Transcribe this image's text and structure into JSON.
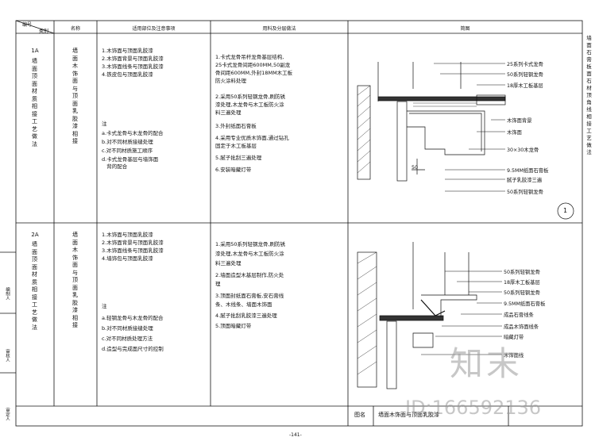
{
  "header": {
    "col_number": "编号",
    "col_category": "类别",
    "col_name": "名称",
    "col_scope": "适用部位及注意事项",
    "col_materials": "用料及分层做法",
    "col_diagram": "简图"
  },
  "right_margin_title": "墙面石膏板面石材顶角线相接工艺做法",
  "rows": [
    {
      "code": "1A",
      "category": "墙面顶面材质相接工艺做法",
      "name": "墙面木饰面与顶面乳胶漆相接",
      "scope_lines": [
        "1.木饰面与顶面乳胶漆",
        "2.木饰面背景与顶面乳胶漆",
        "3.木饰面线条与顶面乳胶漆",
        "4.铁皮包与顶面乳胶漆"
      ],
      "note_title": "注",
      "note_lines": [
        "a.卡式龙骨与木龙骨的配合",
        "b.对不同材质接缝处理",
        "c.对不同材质施工顺序",
        "d.卡式龙骨基层与墙饰面",
        "   背的配合"
      ],
      "material_lines": [
        "1.卡式龙骨吊杆龙骨基层结构,",
        "25卡式龙骨间距600MM,50副龙",
        "骨间距600MM,外封18MM木工板",
        "防火涂料处理",
        "2.采用50系列轻钢龙骨,刷防锈",
        "漆处理,木龙骨与木工板防火涂",
        "料三遍处理",
        "3.外封纸面石膏板",
        "4.采用专业优质木饰面,通过钻孔",
        "固定于木工板基层",
        "5.腻子批刮三遍处理",
        "6.安装暗藏灯带"
      ],
      "diagram_labels": [
        "25系列卡式龙骨",
        "50系列轻钢龙骨",
        "18厚木工板基层",
        "木饰面背景",
        "木饰面",
        "30×30木龙骨",
        "9.5MM纸面石膏板",
        "腻子乳胶漆三遍",
        "50系列轻钢龙骨"
      ],
      "diagram_dim": "50",
      "diagram_number": "1"
    },
    {
      "code": "2A",
      "category": "墙面顶面材质相接工艺做法",
      "name": "墙面木饰面与顶面乳胶漆相接",
      "scope_lines": [
        "1.木饰面与顶面乳胶漆",
        "2.木饰面背景与顶面乳胶漆",
        "3.木饰面线条与顶面乳胶漆",
        "4.墙饰包与顶面乳胶漆"
      ],
      "note_title": "注",
      "note_lines": [
        "a.轻钢龙骨与木龙骨的配合",
        "b.对不同材质接缝处理",
        "c.对不同材质处理方法",
        "d.造型与完成面尺寸的控制"
      ],
      "material_lines": [
        "1.采用50系列轻钢龙骨,刷防锈",
        "漆处理,木龙骨与木工板防火涂",
        "料三遍处理",
        "2.墙面造型木基层制作,防火处",
        "理",
        "3.顶面封纸面石膏板,安石膏线",
        "条、木线条、墙面木饰面",
        "4.腻子批刮乳胶漆三遍处理",
        "5.顶面暗藏灯带"
      ],
      "diagram_labels": [
        "50系列轻钢龙骨",
        "18厚木工板基层",
        "50系列轻钢龙骨",
        "9.5MM纸面石膏板",
        "成品石膏线条",
        "成品木饰面线条",
        "暗藏灯带",
        "木饰面线"
      ]
    }
  ],
  "left_margin_labels": [
    "编制人",
    "审核人",
    "审定人"
  ],
  "footer": {
    "figure_name_label": "图名",
    "figure_name": "墙面木饰面与顶面乳胶漆",
    "page": "-141-"
  },
  "watermark": {
    "brand": "知末",
    "id_text": "ID:166592136"
  }
}
